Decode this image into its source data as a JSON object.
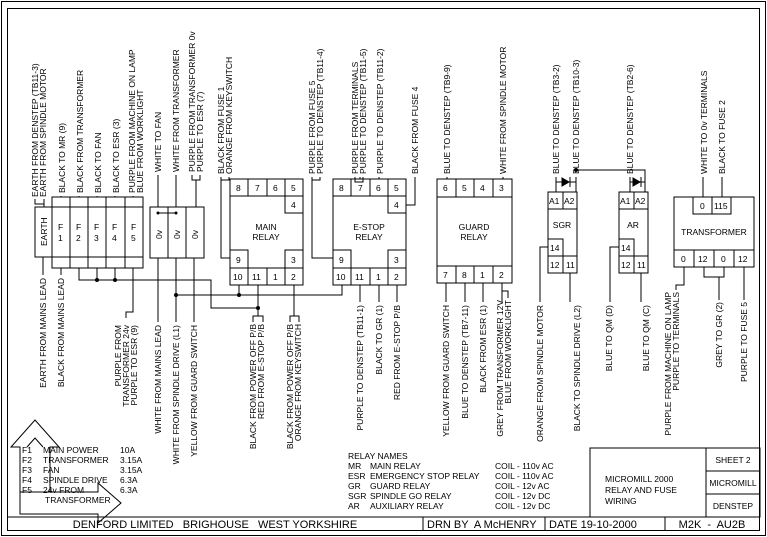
{
  "top_labels": [
    "EARTH FROM DENSTEP (TB11-3)",
    "EARTH FROM SPINDLE MOTOR",
    "BLACK TO MR (9)",
    "BLACK FROM TRANSFORMER",
    "BLACK TO FAN",
    "BLACK TO ESR (3)",
    "PURPLE FROM MACHINE ON LAMP",
    "BLUE FROM WORKLIGHT",
    "WHITE TO FAN",
    "WHITE FROM TRANSFORMER",
    "PURPLE FROM TRANSFORMER 0v",
    "PURPLE TO ESR (7)",
    "BLACK FROM FUSE 1",
    "ORANGE FROM KEYSWITCH",
    "PURPLE FROM FUSE 5",
    "PURPLE TO DENSTEP (TB11-4)",
    "PURPLE FROM TERMINALS",
    "PURPLE TO DENSTEP (TB11-5)",
    "PURPLE TO DENSTEP (TB11-2)",
    "BLACK FROM FUSE 4",
    "BLUE TO DENSTEP (TB9-9)",
    "WHITE FROM SPINDLE MOTOR",
    "BLUE TO DENSTEP (TB3-2)",
    "BLUE TO DENSTEP (TB10-3)",
    "BLUE TO DENSTEP (TB2-6)",
    "WHITE TO 0v TERMINALS",
    "BLACK TO FUSE 2"
  ],
  "bottom_labels": [
    "EARTH FROM MAINS LEAD",
    "BLACK FROM MAINS LEAD",
    "PURPLE FROM",
    "TRANSFORMER 24v",
    "PURPLE TO ESR (9)",
    "WHITE FROM MAINS LEAD",
    "WHITE FROM SPINDLE DRIVE (L1)",
    "YELLOW FROM GUARD SWITCH",
    "BLACK FROM POWER OFF P/B",
    "RED FROM E-STOP P/B",
    "BLACK FROM POWER OFF P/B",
    "ORANGE FROM KEYSWITCH",
    "PURPLE TO DENSTEP (TB11-1)",
    "BLACK TO GR (1)",
    "RED FROM E-STOP P/B",
    "YELLOW FROM GUARD SWITCH",
    "BLUE TO DENSTEP (TB7-11)",
    "BLACK FROM ESR (1)",
    "GREY FROM TRANSFORMER 12V",
    "BLUE FROM WORKLIGHT",
    "ORANGE FROM SPINDLE MOTOR",
    "BLACK TO SPINDLE DRIVE (L2)",
    "BLUE TO QM (D)",
    "BLUE TO QM (C)",
    "PURPLE FROM MACHINE ON LAMP",
    "PURPLE TO TERMINALS",
    "GREY TO GR (2)",
    "PURPLE TO FUSE 5"
  ],
  "fuse_block": {
    "earth": "EARTH",
    "fuses": [
      {
        "f": "F",
        "n": "1"
      },
      {
        "f": "F",
        "n": "2"
      },
      {
        "f": "F",
        "n": "3"
      },
      {
        "f": "F",
        "n": "4"
      },
      {
        "f": "F",
        "n": "5"
      }
    ]
  },
  "zero_v_block": [
    "0v",
    "0v",
    "0v"
  ],
  "main_relay": {
    "title1": "MAIN",
    "title2": "RELAY",
    "top": [
      "8",
      "7",
      "6",
      "5"
    ],
    "p4": "4",
    "p9": "9",
    "p3": "3",
    "bottom": [
      "10",
      "11",
      "1",
      "2"
    ]
  },
  "estop_relay": {
    "title1": "E-STOP",
    "title2": "RELAY",
    "top": [
      "8",
      "7",
      "6",
      "5"
    ],
    "p4": "4",
    "p9": "9",
    "p3": "3",
    "bottom": [
      "10",
      "11",
      "1",
      "2"
    ]
  },
  "guard_relay": {
    "title1": "GUARD",
    "title2": "RELAY",
    "top": [
      "6",
      "5",
      "4",
      "3"
    ],
    "bottom": [
      "7",
      "8",
      "1",
      "2"
    ]
  },
  "sgr": {
    "title": "SGR",
    "top": [
      "A1",
      "A2"
    ],
    "p14": "14",
    "bottom": [
      "12",
      "11"
    ]
  },
  "ar": {
    "title": "AR",
    "top": [
      "A1",
      "A2"
    ],
    "p14": "14",
    "bottom": [
      "12",
      "11"
    ]
  },
  "transformer": {
    "title": "TRANSFORMER",
    "top": [
      "0",
      "115"
    ],
    "bottom": [
      "0",
      "12",
      "0",
      "12"
    ]
  },
  "fuse_table": [
    {
      "id": "F1",
      "name": "MAIN POWER",
      "rating": "10A"
    },
    {
      "id": "F2",
      "name": "TRANSFORMER",
      "rating": "3.15A"
    },
    {
      "id": "F3",
      "name": "FAN",
      "rating": "3.15A"
    },
    {
      "id": "F4",
      "name": "SPINDLE DRIVE",
      "rating": "6.3A"
    },
    {
      "id": "F5",
      "name": "24v FROM",
      "rating": "6.3A"
    }
  ],
  "fuse_table_extra": "TRANSFORMER",
  "relay_names": {
    "heading": "RELAY NAMES",
    "rows": [
      {
        "abbr": "MR",
        "name": "MAIN RELAY",
        "coil": "COIL - 110v AC"
      },
      {
        "abbr": "ESR",
        "name": "EMERGENCY STOP RELAY",
        "coil": "COIL - 110v AC"
      },
      {
        "abbr": "GR",
        "name": "GUARD RELAY",
        "coil": "COIL - 12v AC"
      },
      {
        "abbr": "SGR",
        "name": "SPINDLE GO RELAY",
        "coil": "COIL - 12v DC"
      },
      {
        "abbr": "AR",
        "name": "AUXILIARY RELAY",
        "coil": "COIL - 12v DC"
      }
    ]
  },
  "title_block": {
    "drawing_title": [
      "MICROMILL 2000",
      "RELAY AND FUSE",
      "WIRING"
    ],
    "sheet": "SHEET 2",
    "product": "MICROMILL",
    "section": "DENSTEP",
    "company": "DENFORD LIMITED   BRIGHOUSE   WEST YORKSHIRE",
    "drawn_by": "DRN BY  A McHENRY",
    "date": "DATE 19-10-2000",
    "drawing_no": "M2K  -  AU2B"
  }
}
